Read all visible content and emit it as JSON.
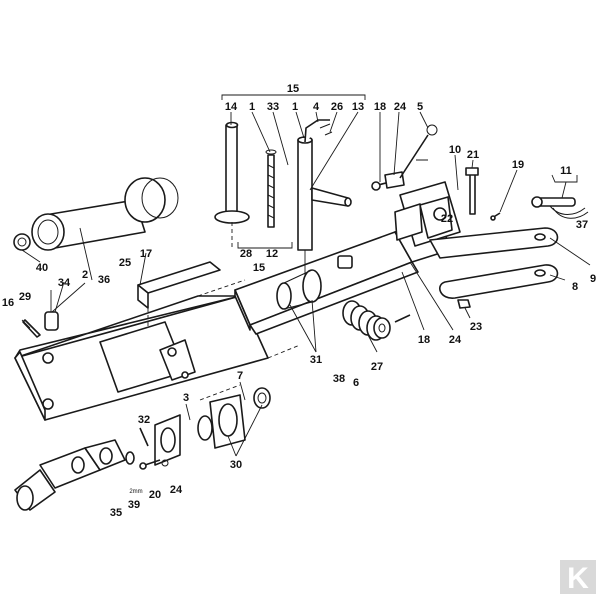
{
  "diagram": {
    "callouts": [
      {
        "id": "c15a",
        "text": "15"
      },
      {
        "id": "c14",
        "text": "14"
      },
      {
        "id": "c1a",
        "text": "1"
      },
      {
        "id": "c33",
        "text": "33"
      },
      {
        "id": "c1b",
        "text": "1"
      },
      {
        "id": "c4",
        "text": "4"
      },
      {
        "id": "c26",
        "text": "26"
      },
      {
        "id": "c13",
        "text": "13"
      },
      {
        "id": "c18a",
        "text": "18"
      },
      {
        "id": "c24a",
        "text": "24"
      },
      {
        "id": "c5",
        "text": "5"
      },
      {
        "id": "c10",
        "text": "10"
      },
      {
        "id": "c21",
        "text": "21"
      },
      {
        "id": "c19",
        "text": "19"
      },
      {
        "id": "c11",
        "text": "11"
      },
      {
        "id": "c37",
        "text": "37"
      },
      {
        "id": "c22",
        "text": "22"
      },
      {
        "id": "c36",
        "text": "36"
      },
      {
        "id": "c40",
        "text": "40"
      },
      {
        "id": "c28",
        "text": "28"
      },
      {
        "id": "c12",
        "text": "12"
      },
      {
        "id": "c15b",
        "text": "15"
      },
      {
        "id": "c17",
        "text": "17"
      },
      {
        "id": "c25",
        "text": "25"
      },
      {
        "id": "c34",
        "text": "34"
      },
      {
        "id": "c2",
        "text": "2"
      },
      {
        "id": "c29",
        "text": "29"
      },
      {
        "id": "c16",
        "text": "16"
      },
      {
        "id": "c9",
        "text": "9"
      },
      {
        "id": "c8",
        "text": "8"
      },
      {
        "id": "c23",
        "text": "23"
      },
      {
        "id": "c18b",
        "text": "18"
      },
      {
        "id": "c24b",
        "text": "24"
      },
      {
        "id": "c31",
        "text": "31"
      },
      {
        "id": "c38",
        "text": "38"
      },
      {
        "id": "c6",
        "text": "6"
      },
      {
        "id": "c27",
        "text": "27"
      },
      {
        "id": "c7",
        "text": "7"
      },
      {
        "id": "c3",
        "text": "3"
      },
      {
        "id": "c32",
        "text": "32"
      },
      {
        "id": "c30",
        "text": "30"
      },
      {
        "id": "c20",
        "text": "20"
      },
      {
        "id": "c24c",
        "text": "24"
      },
      {
        "id": "c39",
        "text": "39"
      },
      {
        "id": "c35",
        "text": "35"
      }
    ],
    "note_2mm": "2mm",
    "logo_text": "K",
    "colors": {
      "ink": "#1a1a1a",
      "logo": "#d9d9d9",
      "background": "#ffffff"
    }
  }
}
